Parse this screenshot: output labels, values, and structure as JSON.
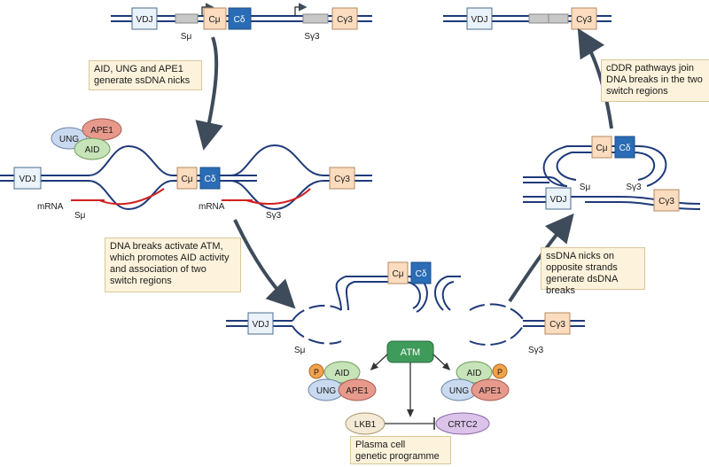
{
  "gene": {
    "vdj": "VDJ",
    "c_mu": "Cμ",
    "c_delta": "Cδ",
    "c_gamma3": "Cγ3",
    "s_mu": "Sμ",
    "s_gamma3": "Sγ3",
    "mrna": "mRNA"
  },
  "proteins": {
    "aid": "AID",
    "ung": "UNG",
    "ape1": "APE1",
    "atm": "ATM",
    "lkb1": "LKB1",
    "crtc2": "CRTC2",
    "phospho": "P"
  },
  "notes": {
    "step1": "AID, UNG and APE1\ngenerate ssDNA nicks",
    "step2": "DNA breaks activate ATM,\nwhich promotes AID activity\nand association of two\nswitch regions",
    "step3": "ssDNA nicks on\nopposite strands\ngenerate dsDNA breaks",
    "step4": "cDDR pathways join\nDNA breaks in the two\nswitch regions",
    "program": "Plasma cell\ngenetic programme"
  },
  "colors": {
    "dna": "#1f3a7a",
    "arrow": "#3d4b5a",
    "vdj_fill": "#eaf2fa",
    "c_mu_fill": "#fbdcbf",
    "c_delta_fill": "#2a6cb5",
    "c_gamma_fill": "#fbdcbf",
    "switch_fill": "#c8c8c8",
    "mrna": "#d22020",
    "ung": "#c9daf0",
    "aid": "#c7e3b8",
    "ape1": "#e79a8c",
    "atm": "#3f9b5a",
    "lkb1": "#f4ead6",
    "crtc2": "#dcc3ea",
    "phospho": "#f2a24a",
    "note_fill": "#fdf3dc"
  }
}
